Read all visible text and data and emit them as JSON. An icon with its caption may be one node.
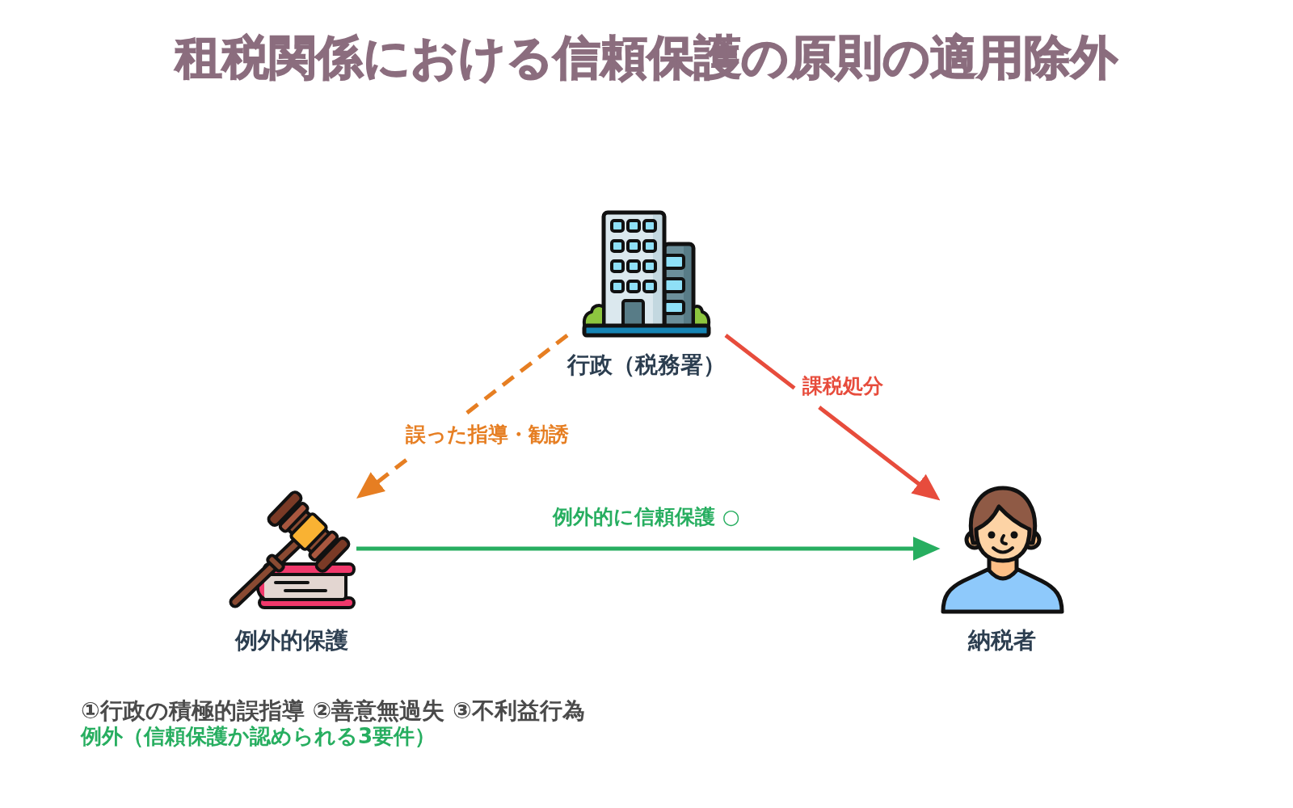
{
  "diagram": {
    "title": "租税関係における信頼保護の原則の適用除外",
    "nodes": [
      {
        "text": [
          "行政（税務署）"
        ]
      },
      {
        "text": [
          "例外的保護"
        ]
      },
      {
        "text": [
          "納税者"
        ]
      }
    ],
    "edges": [
      {
        "from": 0,
        "to": 1,
        "arrow": "to",
        "label": "誤った指導・勧誘",
        "style": "dashed",
        "color": "#e67e22"
      },
      {
        "from": 0,
        "to": 2,
        "arrow": "to",
        "label": "課税処分",
        "color": "#e74c3c"
      },
      {
        "from": 1,
        "to": 2,
        "arrow": "to",
        "label": "例外的に信頼保護 ○",
        "color": "#27ae60"
      }
    ],
    "labels": [
      "①行政の積極的誤指導 ②善意無過失 ③不利益行為",
      "例外（信頼保護か認められる3要件）"
    ]
  }
}
